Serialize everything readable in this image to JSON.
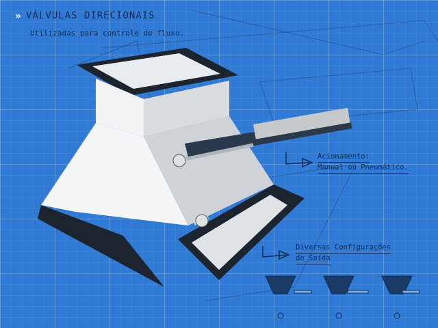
{
  "header": {
    "icon": "double-chevron-icon",
    "title": "VÁLVULAS DIRECIONAIS",
    "subtitle": "Utilizadas para controle de fluxo."
  },
  "callouts": [
    {
      "line1": "Acionamento:",
      "line2": "Manual ou Pneumático."
    },
    {
      "line1": "Diversas Configurações",
      "line2": "de Saída"
    }
  ],
  "colors": {
    "background": "#2f7ad4",
    "text": "#0d2a55"
  }
}
